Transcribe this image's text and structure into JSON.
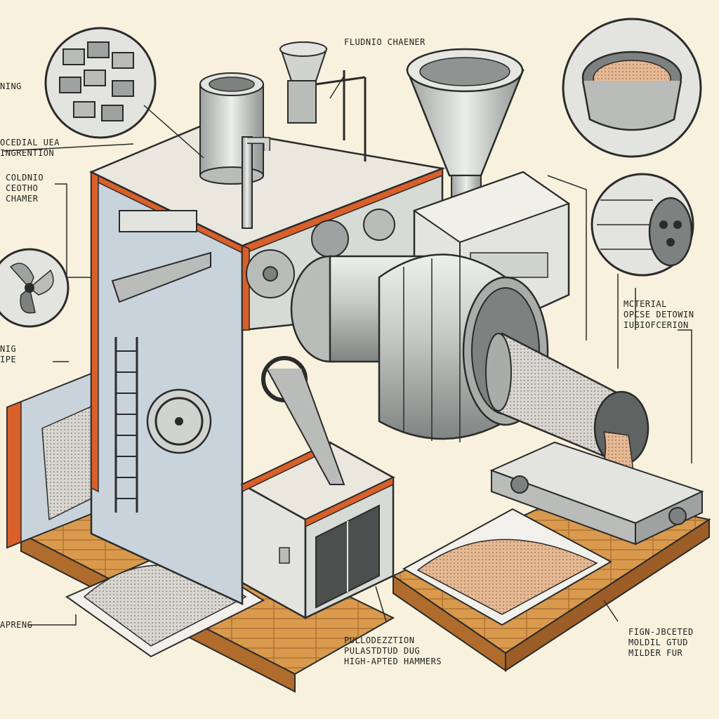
{
  "labels": {
    "top_chamber": "FLUDNIO CHAENER",
    "upper_left_1": "NING",
    "upper_left_2": "OCEDIAL UEA\nINGRENTION",
    "chamber_left": "COLDNIO\nCEOTHO\nCHAMER",
    "pipe_left": "NIG\nIPE",
    "bottom_left": "APRENG",
    "right_material": "MCTERIAL\nOPCSE DETOWIN\nIUBIOFCERION",
    "bottom_middle": "PULLODEZZTION\nPULASTDTUD DUG\nHIGH-APTED HAMMERS",
    "bottom_right": "FIGN-JBCETED\nMOLDIL GTUD\nMILDER FUR"
  },
  "colors": {
    "paper": "#f7f1dd",
    "ink": "#2b2b2b",
    "metal_light": "#e3e4df",
    "metal_mid": "#b9bcb8",
    "metal_dark": "#7d8180",
    "accent_orange": "#d9602a",
    "wood": "#d99a4e",
    "wood_dark": "#b06c2c",
    "powder_grey": "#cfcfca",
    "powder_tan": "#e2b48e",
    "wall_blue": "#c9d3dc"
  }
}
